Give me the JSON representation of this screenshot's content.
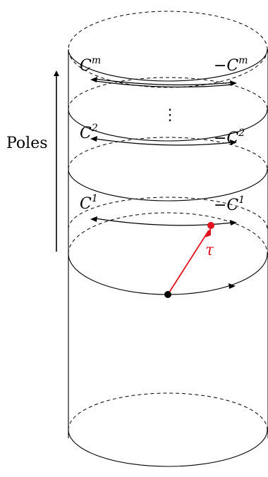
{
  "poles_label": "Poles",
  "dots": "⋮",
  "contours": [
    {
      "left_base": "C",
      "left_sup": "m",
      "right_base": "−C",
      "right_sup": "m"
    },
    {
      "left_base": "C",
      "left_sup": "2",
      "right_base": "−C",
      "right_sup": "2"
    },
    {
      "left_base": "C",
      "left_sup": "1",
      "right_base": "−C",
      "right_sup": "1"
    }
  ],
  "tau_label": "τ",
  "colors": {
    "stroke": "#000000",
    "accent": "#e0141e"
  }
}
